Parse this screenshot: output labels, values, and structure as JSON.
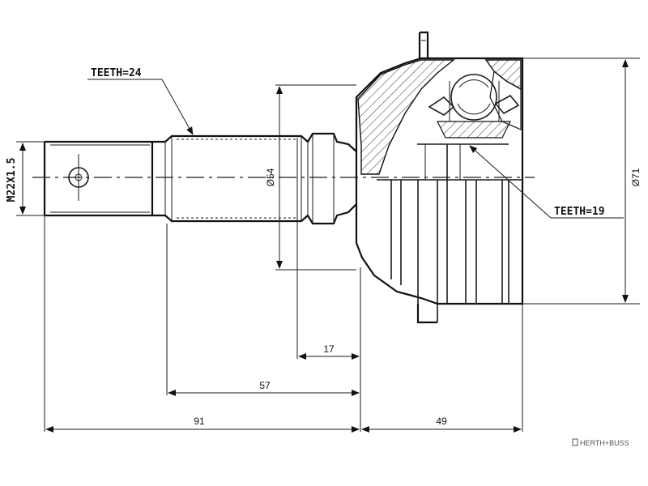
{
  "callouts": {
    "teeth_outer": "TEETH=24",
    "teeth_inner": "TEETH=19"
  },
  "dimensions": {
    "thread": "M22X1.5",
    "shaft_diameter": "Ø54",
    "body_diameter": "Ø71",
    "len_17": "17",
    "len_57": "57",
    "len_91": "91",
    "len_49": "49"
  },
  "watermark": "HERTH+BUSS"
}
